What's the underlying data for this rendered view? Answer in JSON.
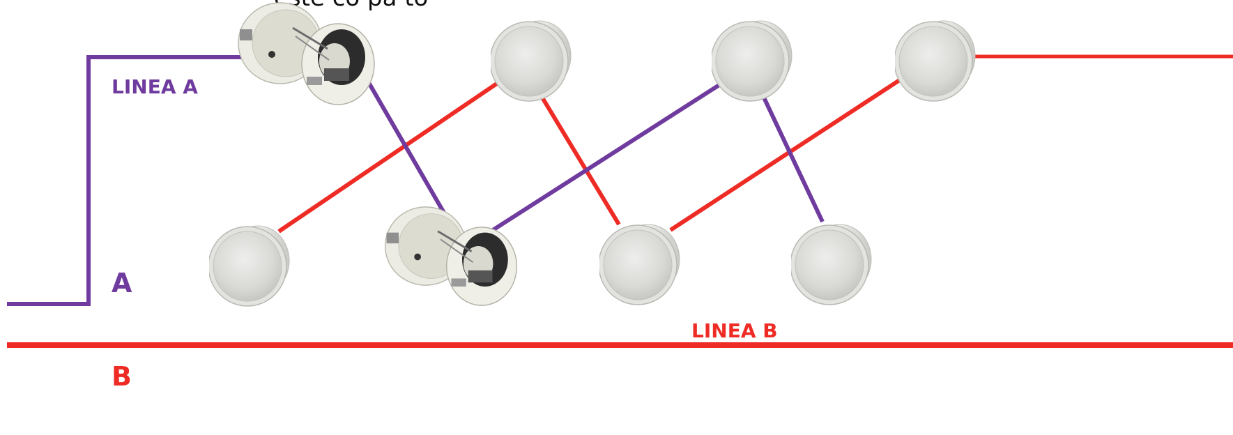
{
  "header_fragment": "este co    pa  to",
  "labels": {
    "line_a": "LINEA A",
    "line_b": "LINEA B",
    "a": "A",
    "b": "B"
  },
  "colors": {
    "line_a": "#6f3b9e",
    "line_b": "#ee2b24",
    "speaker_rim": "#e4e4e1",
    "speaker_grille": "#d8d8d5"
  },
  "speakers": {
    "top_row": [
      "open-speaker",
      "closed-speaker",
      "closed-speaker",
      "closed-speaker"
    ],
    "bottom_row": [
      "closed-speaker",
      "open-speaker",
      "closed-speaker",
      "closed-speaker"
    ]
  }
}
